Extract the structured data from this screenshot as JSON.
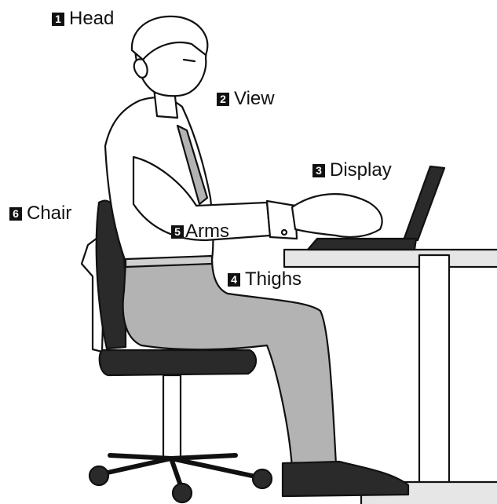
{
  "labels": [
    {
      "num": "1",
      "text": "Head"
    },
    {
      "num": "2",
      "text": "View"
    },
    {
      "num": "3",
      "text": "Display"
    },
    {
      "num": "4",
      "text": "Thighs"
    },
    {
      "num": "5",
      "text": "Arms"
    },
    {
      "num": "6",
      "text": "Chair"
    }
  ],
  "colors": {
    "line": "#111111",
    "dark": "#2a2a2a",
    "trouser": "#b3b3b3",
    "desk": "#e6e6e6",
    "background": "#ffffff"
  }
}
